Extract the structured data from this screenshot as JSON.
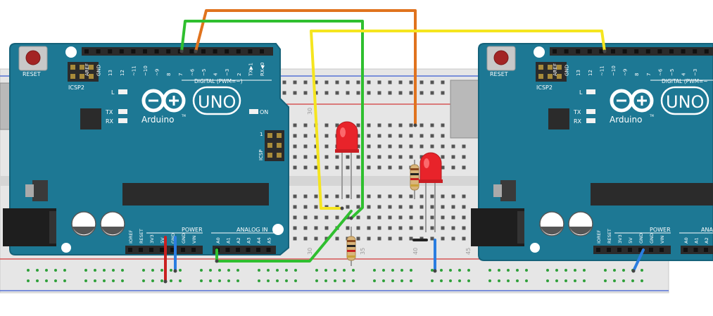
{
  "colors": {
    "board": "#1d7894",
    "board_edge": "#15627a",
    "breadboard": "#e9e9e9",
    "rail_red": "#d23b3b",
    "rail_blue": "#3b5bd2",
    "wire_orange": "#e0731e",
    "wire_green": "#2fbf2f",
    "wire_yellow": "#f5e51f",
    "wire_red": "#c92020",
    "wire_blue": "#2a7de0",
    "led": "#e8232a"
  },
  "left_board": {
    "reset_label": "RESET",
    "icsp2_label": "ICSP2",
    "digital_header_label": "DIGITAL (PWM=~)",
    "digital_pins": [
      "AREF",
      "GND",
      "13",
      "12",
      "~11",
      "~10",
      "~9",
      "8",
      "7",
      "~6",
      "~5",
      "4",
      "~3",
      "2",
      "TX▶1",
      "RX◀0"
    ],
    "l_label": "L",
    "tx_label": "TX",
    "rx_label": "RX",
    "uno_label": "UNO",
    "arduino_label": "Arduino",
    "tm_label": "TM",
    "on_label": "ON",
    "icsp_label": "ICSP",
    "icsp_pin1": "1",
    "power_header_label": "POWER",
    "power_pins": [
      "IOREF",
      "RESET",
      "3V3",
      "5V",
      "GND",
      "GND",
      "VIN"
    ],
    "analog_header_label": "ANALOG IN",
    "analog_pins": [
      "A0",
      "A1",
      "A2",
      "A3",
      "A4",
      "A5"
    ]
  },
  "right_board": {
    "reset_label": "RESET",
    "icsp2_label": "ICSP2",
    "digital_header_label": "DIGITAL (PWM=~",
    "digital_pins": [
      "AREF",
      "GND",
      "13",
      "12",
      "~11",
      "~10",
      "~9",
      "8",
      "7",
      "~6",
      "~5",
      "4",
      "~3"
    ],
    "l_label": "L",
    "tx_label": "TX",
    "rx_label": "RX",
    "uno_label": "UNO",
    "arduino_label": "Arduino",
    "tm_label": "TM",
    "power_header_label": "POWER",
    "power_pins": [
      "IOREF",
      "RESET",
      "3V3",
      "5V",
      "GND",
      "GND",
      "VIN"
    ],
    "analog_header_label": "ANALOG",
    "analog_pins": [
      "A0",
      "A1",
      "A2"
    ]
  },
  "breadboard": {
    "column_numbers": [
      "30",
      "35",
      "40",
      "45"
    ]
  }
}
